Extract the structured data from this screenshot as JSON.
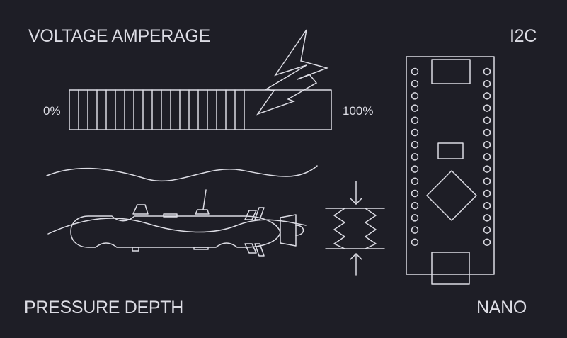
{
  "labels": {
    "voltage_amperage": "VOLTAGE AMPERAGE",
    "i2c": "I2C",
    "pressure_depth": "PRESSURE DEPTH",
    "nano": "NANO",
    "gauge_min": "0%",
    "gauge_max": "100%"
  },
  "gauge": {
    "fill_fraction": 0.68
  },
  "colors": {
    "background": "#1e1e26",
    "line": "#dcdce4"
  },
  "icons": [
    "lightning-bolt-icon",
    "submarine-icon",
    "pressure-spring-icon",
    "arduino-nano-board-icon"
  ]
}
